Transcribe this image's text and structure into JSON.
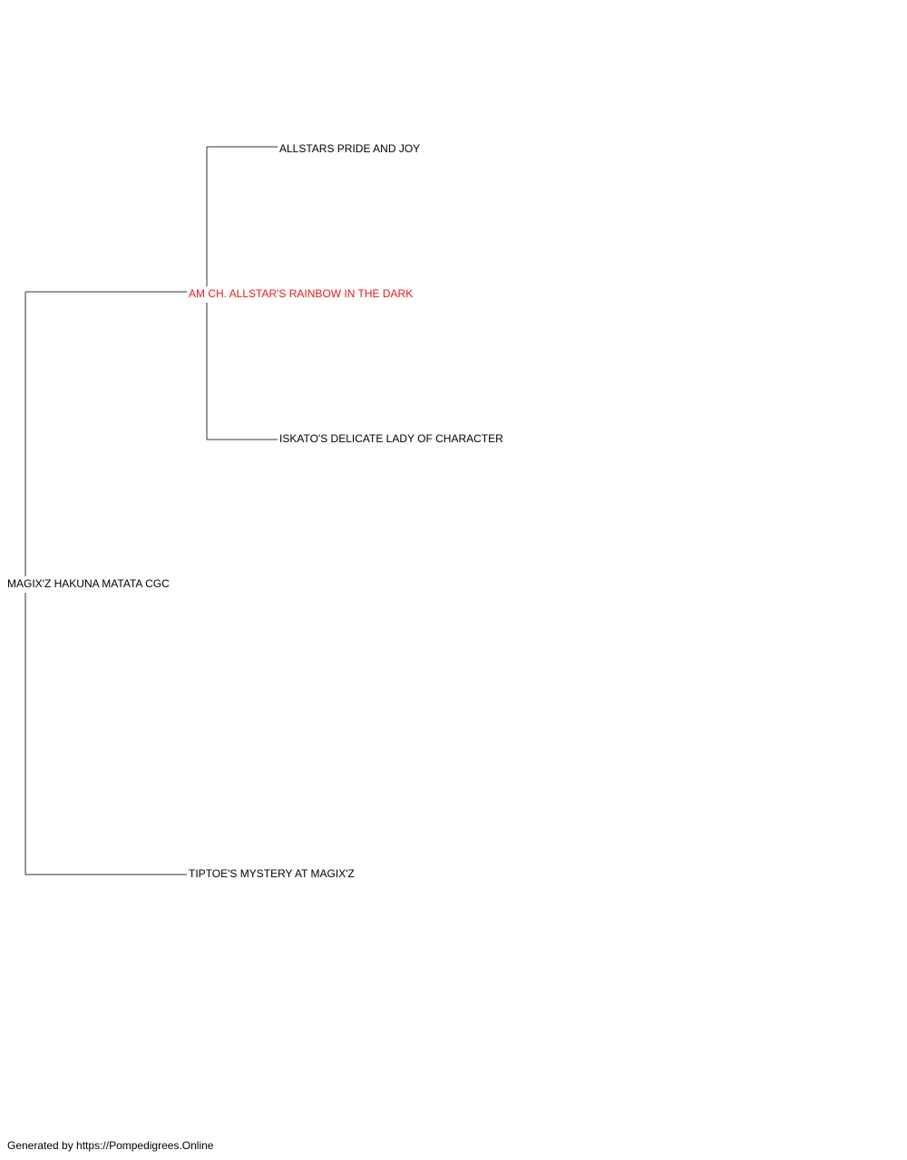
{
  "pedigree": {
    "subject": {
      "name": "MAGIX'Z HAKUNA MATATA CGC"
    },
    "sire": {
      "name": "AM CH. ALLSTAR'S RAINBOW IN THE DARK",
      "color": "#e8191a"
    },
    "dam": {
      "name": "TIPTOE'S MYSTERY AT MAGIX'Z"
    },
    "sire_sire": {
      "name": "ALLSTARS PRIDE AND JOY"
    },
    "sire_dam": {
      "name": "ISKATO'S DELICATE LADY OF CHARACTER"
    }
  },
  "footer": {
    "text": "Generated by https://Pompedigrees.Online"
  }
}
